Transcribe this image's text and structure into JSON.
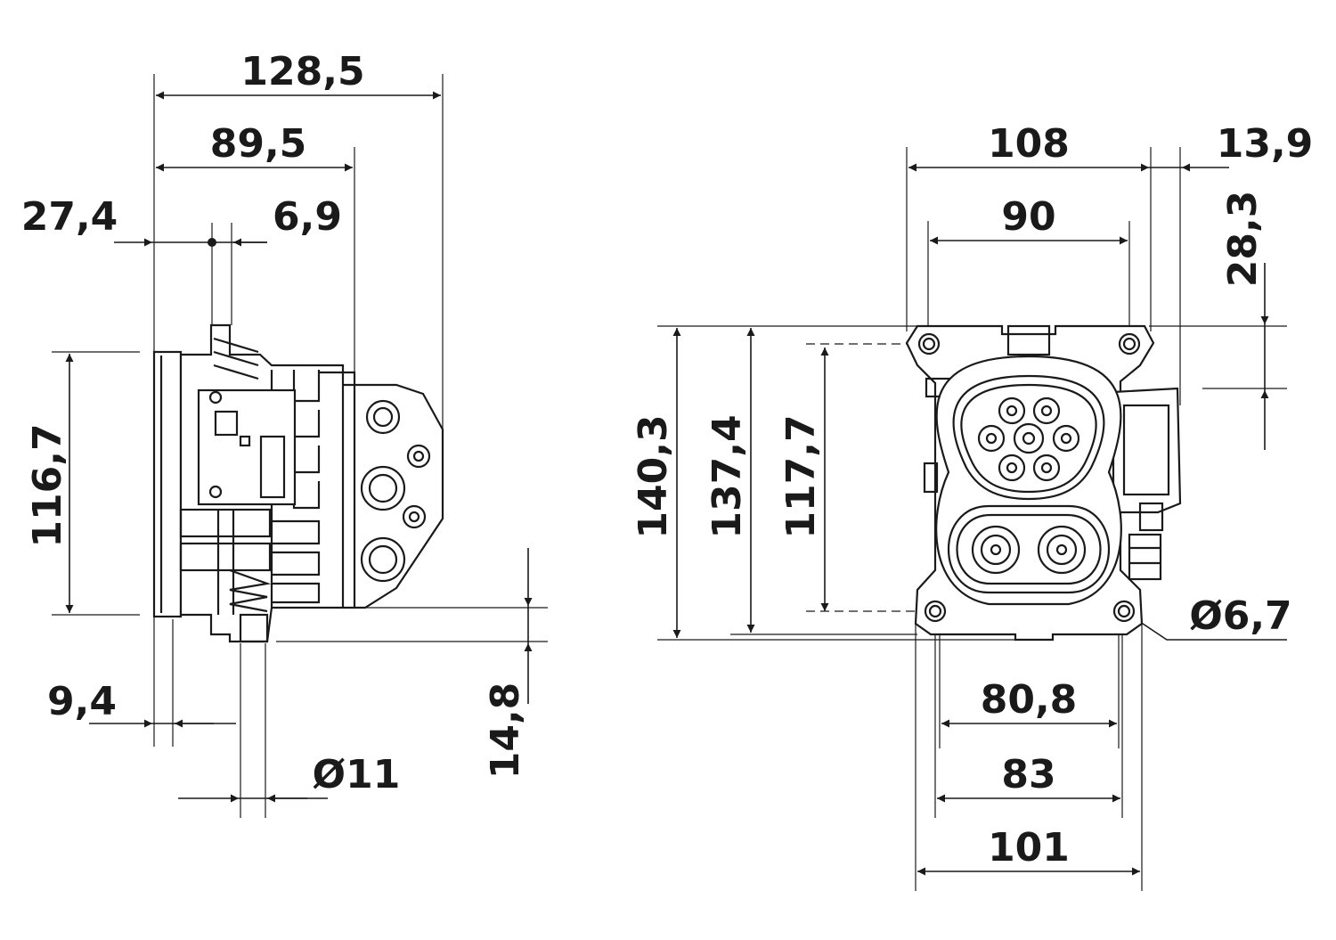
{
  "side_view": {
    "dims": {
      "overall_depth": "128,5",
      "body_depth": "89,5",
      "rear_offset": "27,4",
      "flange_offset": "6,9",
      "height": "116,7",
      "flange_thickness": "9,4",
      "cable_diameter": "Ø11",
      "bottom_offset": "14,8"
    }
  },
  "front_view": {
    "dims": {
      "overall_width": "108",
      "hole_spacing_top": "90",
      "side_overhang": "13,9",
      "side_height": "28,3",
      "overall_height": "140,3",
      "body_height": "137,4",
      "hole_spacing_vertical": "117,7",
      "mount_hole": "Ø6,7",
      "hole_spacing_bottom": "80,8",
      "body_width": "83",
      "flange_width": "101"
    }
  }
}
